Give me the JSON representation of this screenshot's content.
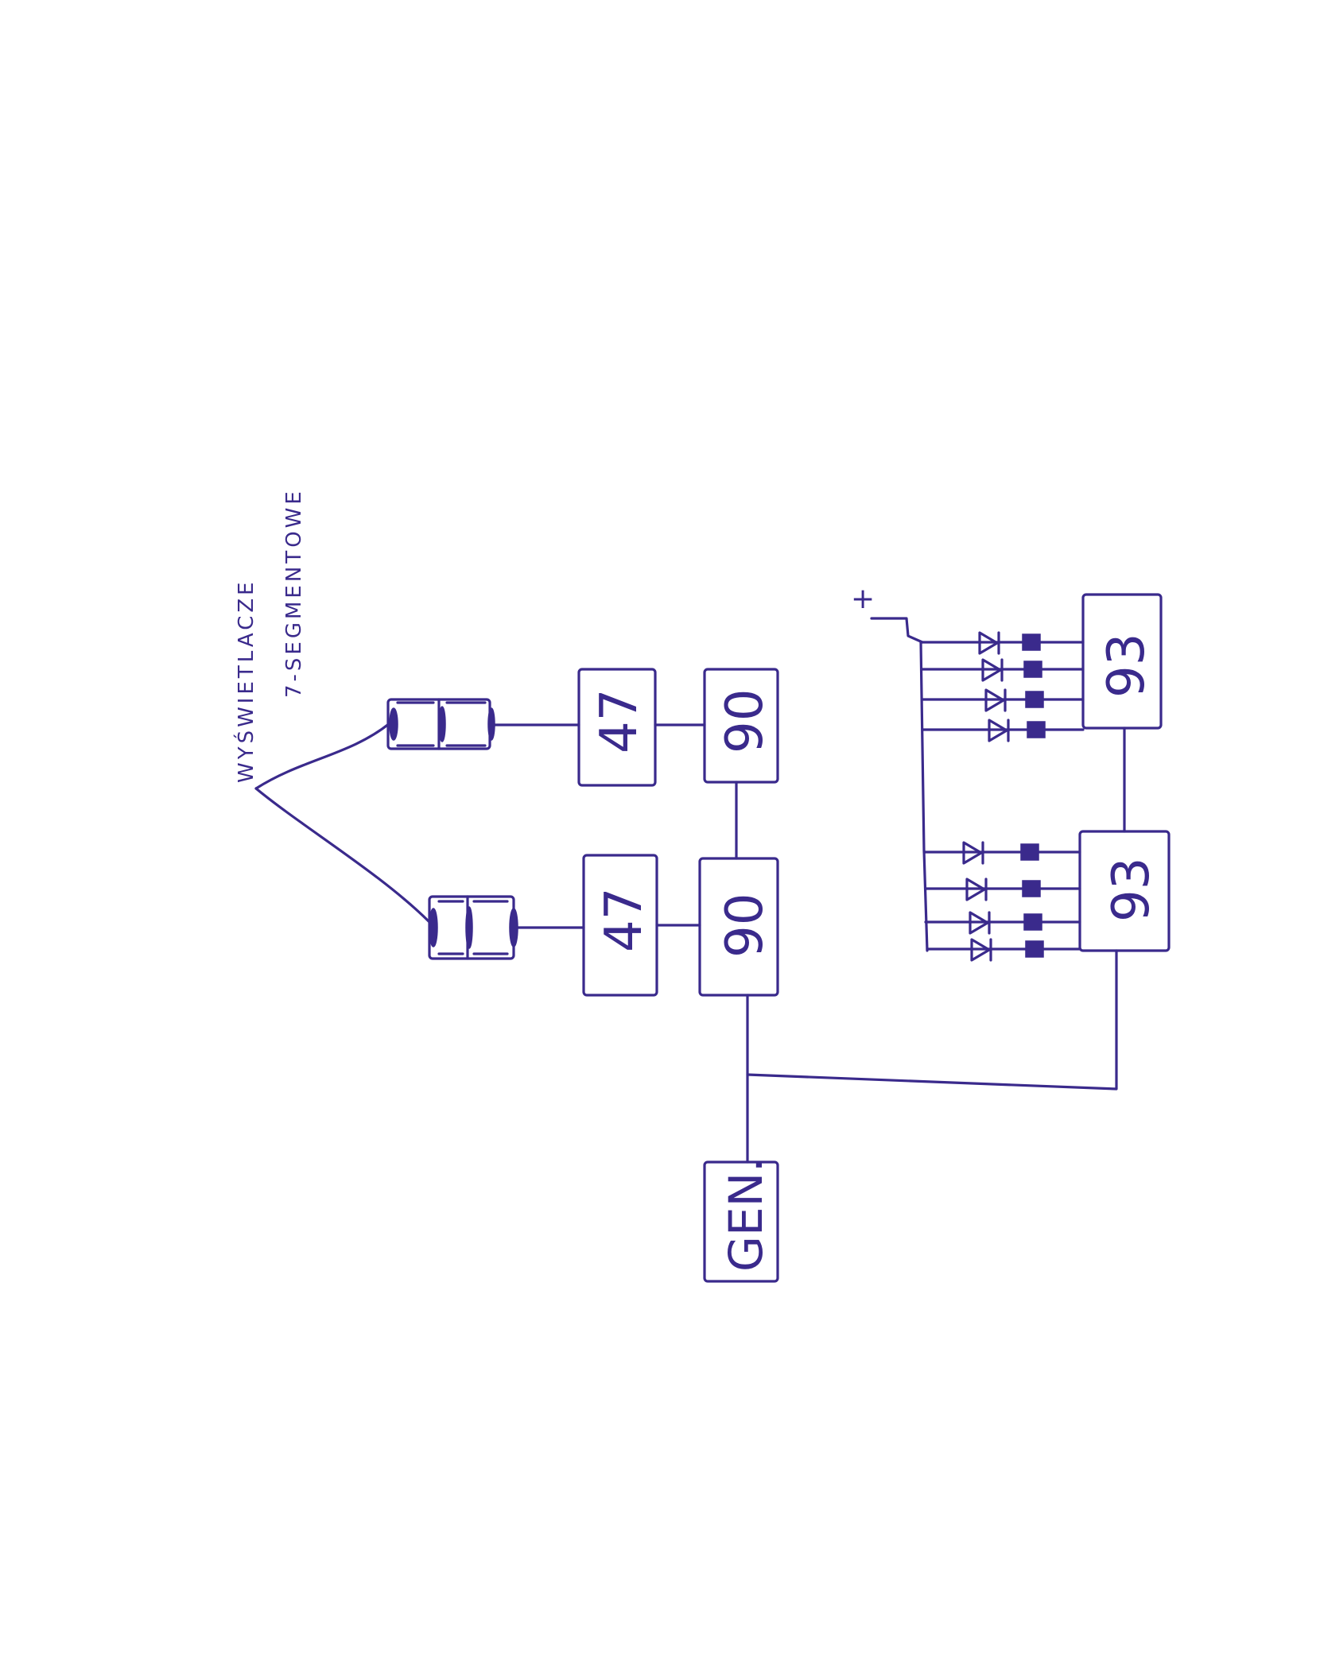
{
  "diagram": {
    "generator_label": "GEN.",
    "counter_labels": [
      "90",
      "90"
    ],
    "decoder_labels": [
      "47",
      "47"
    ],
    "register_labels": [
      "93",
      "93"
    ],
    "annotation_line1": "WYŚWIETLACZE",
    "annotation_line2": "7-SEGMENTOWE",
    "supply_label": "+"
  }
}
